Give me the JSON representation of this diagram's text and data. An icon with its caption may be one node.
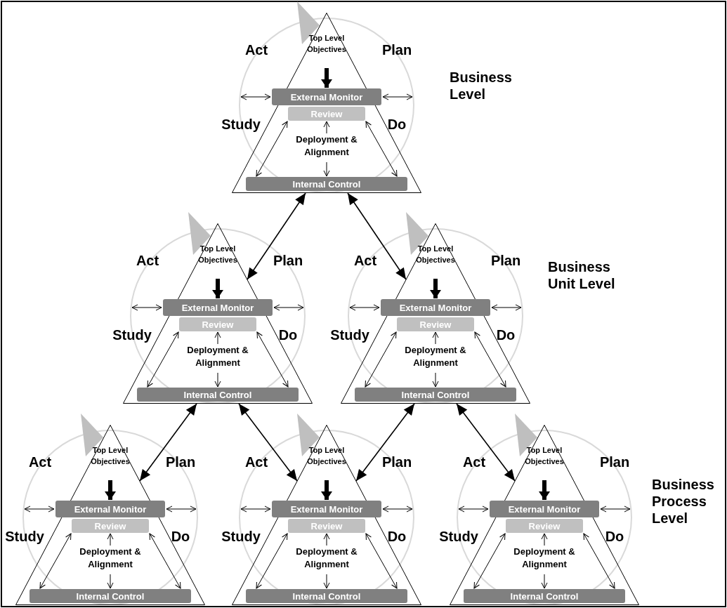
{
  "diagram": {
    "nodes": [
      {
        "text": [],
        "shape": "triangle"
      },
      {
        "text": [
          "Top Level Objectives"
        ],
        "in": 0
      },
      {
        "text": [
          "External Monitor"
        ],
        "in": 0
      },
      {
        "text": [
          "Review"
        ],
        "in": 0
      },
      {
        "text": [
          "Deployment & Alignment"
        ],
        "in": 0
      },
      {
        "text": [
          "Internal Control"
        ],
        "in": 0
      },
      {
        "text": [],
        "shape": "triangle"
      },
      {
        "text": [
          "Top Level Objectives"
        ],
        "in": 6
      },
      {
        "text": [
          "External Monitor"
        ],
        "in": 6
      },
      {
        "text": [
          "Review"
        ],
        "in": 6
      },
      {
        "text": [
          "Deployment & Alignment"
        ],
        "in": 6
      },
      {
        "text": [
          "Internal Control"
        ],
        "in": 6
      },
      {
        "text": [],
        "shape": "triangle"
      },
      {
        "text": [
          "Top Level Objectives"
        ],
        "in": 12
      },
      {
        "text": [
          "External Monitor"
        ],
        "in": 12
      },
      {
        "text": [
          "Review"
        ],
        "in": 12
      },
      {
        "text": [
          "Deployment & Alignment"
        ],
        "in": 12
      },
      {
        "text": [
          "Internal Control"
        ],
        "in": 12
      },
      {
        "text": [],
        "shape": "triangle"
      },
      {
        "text": [
          "Top Level Objectives"
        ],
        "in": 18
      },
      {
        "text": [
          "External Monitor"
        ],
        "in": 18
      },
      {
        "text": [
          "Review"
        ],
        "in": 18
      },
      {
        "text": [
          "Deployment & Alignment"
        ],
        "in": 18
      },
      {
        "text": [
          "Internal Control"
        ],
        "in": 18
      },
      {
        "text": [],
        "shape": "triangle"
      },
      {
        "text": [
          "Top Level Objectives"
        ],
        "in": 24
      },
      {
        "text": [
          "External Monitor"
        ],
        "in": 24
      },
      {
        "text": [
          "Review"
        ],
        "in": 24
      },
      {
        "text": [
          "Deployment & Alignment"
        ],
        "in": 24
      },
      {
        "text": [
          "Internal Control"
        ],
        "in": 24
      },
      {
        "text": [],
        "shape": "triangle"
      },
      {
        "text": [
          "Top Level Objectives"
        ],
        "in": 30
      },
      {
        "text": [
          "External Monitor"
        ],
        "in": 30
      },
      {
        "text": [
          "Review"
        ],
        "in": 30
      },
      {
        "text": [
          "Deployment & Alignment"
        ],
        "in": 30
      },
      {
        "text": [
          "Internal Control"
        ],
        "in": 30
      }
    ],
    "edges": [
      {
        "from": 1,
        "to": 2,
        "arrow": "to",
        "style": "thick"
      },
      {
        "from": 2,
        "to": null,
        "arrow": "both"
      },
      {
        "from": 2,
        "to": null,
        "arrow": "both"
      },
      {
        "from": 3,
        "to": 5,
        "arrow": "both"
      },
      {
        "from": 3,
        "to": 5,
        "arrow": "both"
      },
      {
        "from": 4,
        "to": 3,
        "arrow": "to"
      },
      {
        "from": 4,
        "to": 5,
        "arrow": "to"
      },
      {
        "from": 7,
        "to": 8,
        "arrow": "to",
        "style": "thick"
      },
      {
        "from": 8,
        "to": null,
        "arrow": "both"
      },
      {
        "from": 8,
        "to": null,
        "arrow": "both"
      },
      {
        "from": 9,
        "to": 11,
        "arrow": "both"
      },
      {
        "from": 9,
        "to": 11,
        "arrow": "both"
      },
      {
        "from": 10,
        "to": 9,
        "arrow": "to"
      },
      {
        "from": 10,
        "to": 11,
        "arrow": "to"
      },
      {
        "from": 13,
        "to": 14,
        "arrow": "to",
        "style": "thick"
      },
      {
        "from": 14,
        "to": null,
        "arrow": "both"
      },
      {
        "from": 14,
        "to": null,
        "arrow": "both"
      },
      {
        "from": 15,
        "to": 17,
        "arrow": "both"
      },
      {
        "from": 15,
        "to": 17,
        "arrow": "both"
      },
      {
        "from": 16,
        "to": 15,
        "arrow": "to"
      },
      {
        "from": 16,
        "to": 17,
        "arrow": "to"
      },
      {
        "from": 19,
        "to": 20,
        "arrow": "to",
        "style": "thick"
      },
      {
        "from": 20,
        "to": null,
        "arrow": "both"
      },
      {
        "from": 20,
        "to": null,
        "arrow": "both"
      },
      {
        "from": 21,
        "to": 23,
        "arrow": "both"
      },
      {
        "from": 21,
        "to": 23,
        "arrow": "both"
      },
      {
        "from": 22,
        "to": 21,
        "arrow": "to"
      },
      {
        "from": 22,
        "to": 23,
        "arrow": "to"
      },
      {
        "from": 25,
        "to": 26,
        "arrow": "to",
        "style": "thick"
      },
      {
        "from": 26,
        "to": null,
        "arrow": "both"
      },
      {
        "from": 26,
        "to": null,
        "arrow": "both"
      },
      {
        "from": 27,
        "to": 29,
        "arrow": "both"
      },
      {
        "from": 27,
        "to": 29,
        "arrow": "both"
      },
      {
        "from": 28,
        "to": 27,
        "arrow": "to"
      },
      {
        "from": 28,
        "to": 29,
        "arrow": "to"
      },
      {
        "from": 31,
        "to": 32,
        "arrow": "to",
        "style": "thick"
      },
      {
        "from": 32,
        "to": null,
        "arrow": "both"
      },
      {
        "from": 32,
        "to": null,
        "arrow": "both"
      },
      {
        "from": 33,
        "to": 35,
        "arrow": "both"
      },
      {
        "from": 33,
        "to": 35,
        "arrow": "both"
      },
      {
        "from": 34,
        "to": 33,
        "arrow": "to"
      },
      {
        "from": 34,
        "to": 35,
        "arrow": "to"
      },
      {
        "from": 0,
        "to": 6,
        "arrow": "both"
      },
      {
        "from": 0,
        "to": 12,
        "arrow": "both"
      },
      {
        "from": 6,
        "to": 18,
        "arrow": "both"
      },
      {
        "from": 6,
        "to": 24,
        "arrow": "both"
      },
      {
        "from": 12,
        "to": 24,
        "arrow": "both"
      },
      {
        "from": 12,
        "to": 30,
        "arrow": "both"
      }
    ],
    "labels": [
      "Act",
      "Plan",
      "Business Level",
      "Study",
      "Do",
      "Act",
      "Plan",
      "Act",
      "Plan",
      "Business Unit Level",
      "Study",
      "Do",
      "Study",
      "Do",
      "Act",
      "Plan",
      "Act",
      "Plan",
      "Act",
      "Plan",
      "Business Process Level",
      "Study",
      "Do",
      "Study",
      "Do",
      "Study",
      "Do"
    ]
  }
}
